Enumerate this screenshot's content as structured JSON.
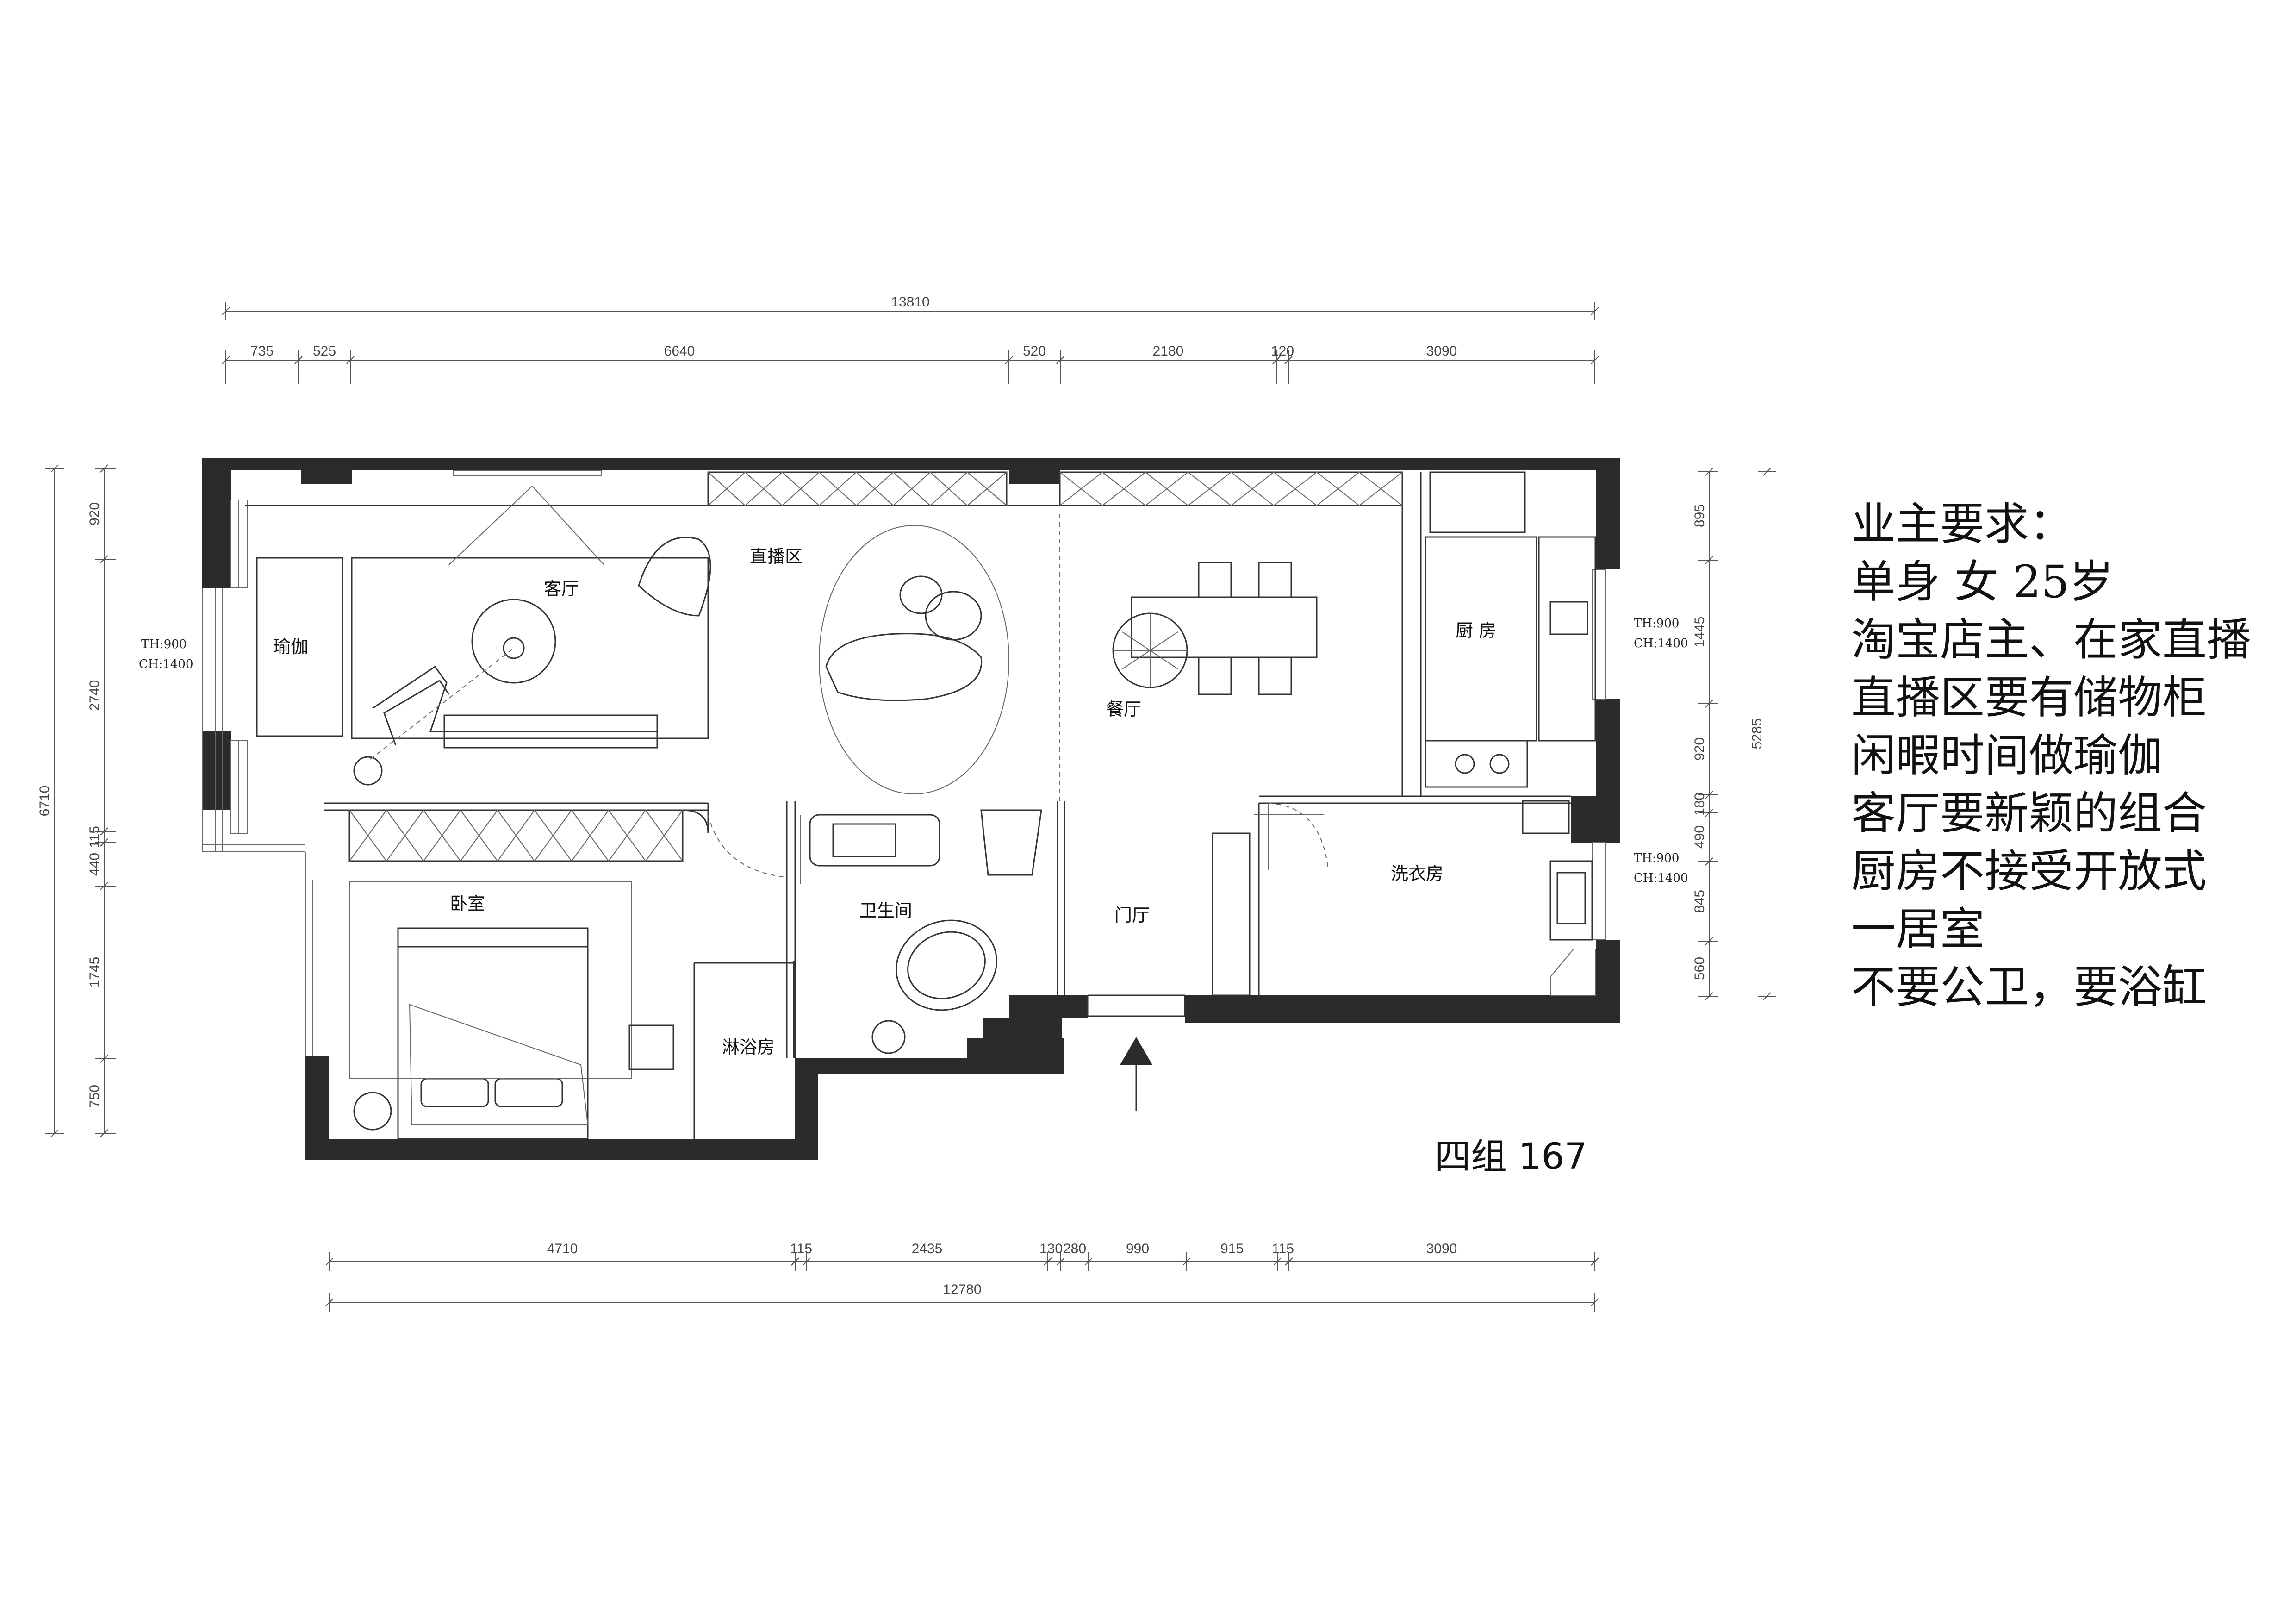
{
  "dimensions": {
    "top_total": "13810",
    "top_segments": [
      "735",
      "525",
      "6640",
      "520",
      "2180",
      "120",
      "3090"
    ],
    "bottom_segments": [
      "4710",
      "115",
      "2435",
      "130",
      "280",
      "990",
      "915",
      "115",
      "3090"
    ],
    "bottom_total": "12780",
    "left_total": "6710",
    "left_segments": [
      "920",
      "2740",
      "115",
      "440",
      "1745",
      "750"
    ],
    "right_segments": [
      "895",
      "1445",
      "920",
      "180",
      "490",
      "845",
      "560"
    ],
    "right_total": "5285"
  },
  "rooms": {
    "living": "客厅",
    "live_stream": "直播区",
    "yoga": "瑜伽",
    "dining": "餐厅",
    "kitchen": "厨 房",
    "bedroom": "卧室",
    "bathroom": "卫生间",
    "shower": "淋浴房",
    "entry": "门厅",
    "laundry": "洗衣房"
  },
  "windows": {
    "left": [
      "TH:900",
      "CH:1400"
    ],
    "right_upper": [
      "TH:900",
      "CH:1400"
    ],
    "right_lower": [
      "TH:900",
      "CH:1400"
    ]
  },
  "group_label": "四组  167",
  "requirements": [
    "业主要求：",
    "单身  女    25岁",
    "淘宝店主、在家直播",
    "直播区要有储物柜",
    "闲暇时间做瑜伽",
    "客厅要新颖的组合",
    "厨房不接受开放式",
    "一居室",
    "不要公卫，要浴缸"
  ],
  "colors": {
    "wall": "#2b2b2d",
    "line": "#333333"
  }
}
